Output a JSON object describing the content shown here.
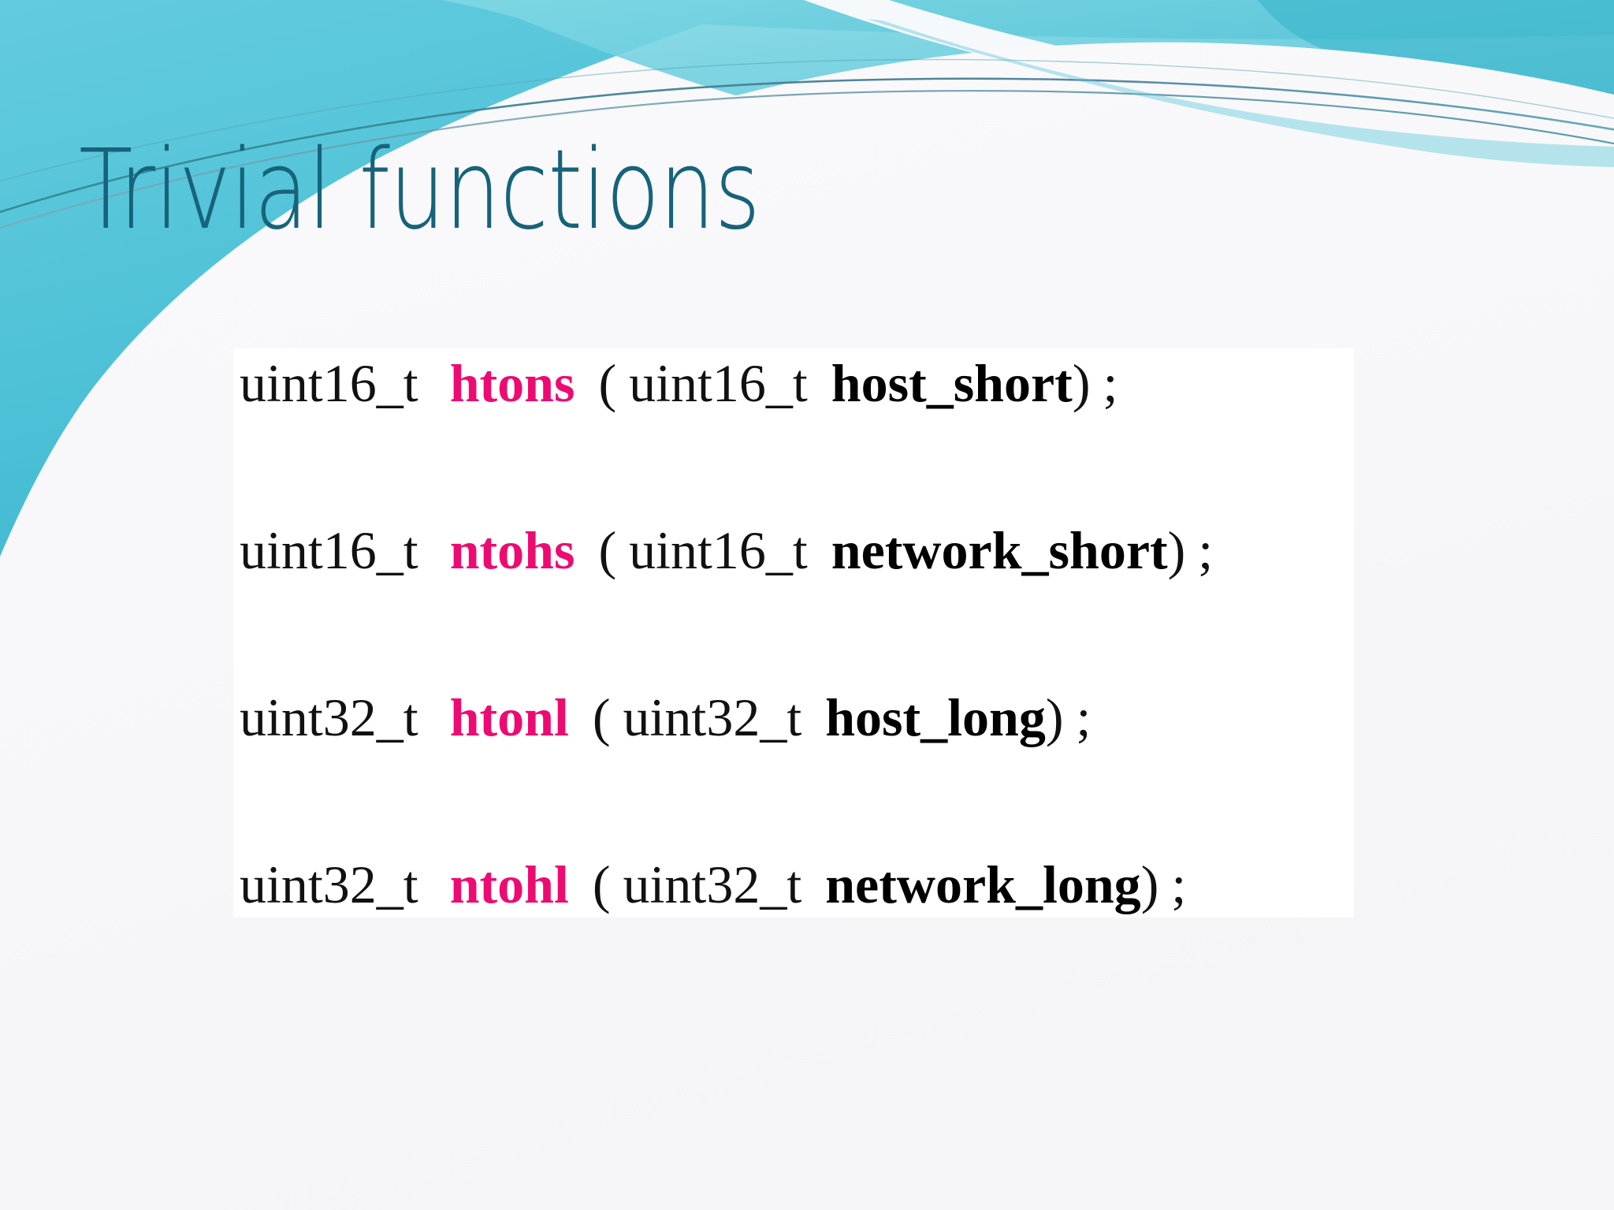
{
  "slide": {
    "title": "Trivial functions",
    "title_color": "#16637A",
    "background_color": "#F8F8FA",
    "accent_cyan": "#5CC9DD",
    "accent_cyan_dark": "#37B6CE",
    "accent_teal_line": "#2E8C93",
    "function_name_color": "#ED0B72",
    "code_panel_color": "#FFFFFF",
    "code_text_color": "#111111"
  },
  "code_block": {
    "lines": [
      {
        "return_type": "uint16_t",
        "function": "htons",
        "open_paren": "(",
        "param_type": "uint16_t",
        "param_name": "host_short",
        "close_paren": ")",
        "semicolon": ";"
      },
      {
        "return_type": "uint16_t",
        "function": "ntohs",
        "open_paren": "(",
        "param_type": "uint16_t",
        "param_name": "network_short",
        "close_paren": ")",
        "semicolon": ";"
      },
      {
        "return_type": "uint32_t",
        "function": "htonl",
        "open_paren": "(",
        "param_type": "uint32_t",
        "param_name": "host_long",
        "close_paren": ")",
        "semicolon": ";"
      },
      {
        "return_type": "uint32_t",
        "function": "ntohl",
        "open_paren": "(",
        "param_type": "uint32_t",
        "param_name": "network_long",
        "close_paren": ")",
        "semicolon": ";"
      }
    ]
  }
}
